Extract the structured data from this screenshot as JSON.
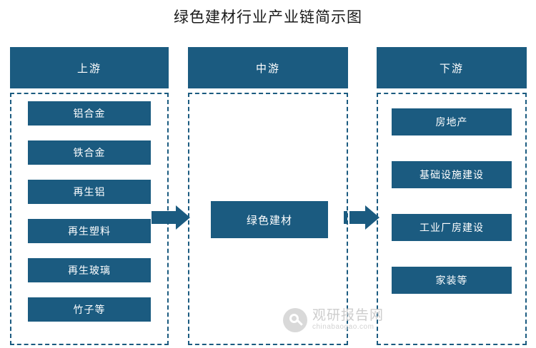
{
  "title": "绿色建材行业产业链简示图",
  "colors": {
    "primary": "#1b5b80",
    "text_on_primary": "#ffffff",
    "background": "#ffffff",
    "watermark": "#c9c9c9"
  },
  "columns": [
    {
      "id": "upstream",
      "header": "上游",
      "items": [
        "铝合金",
        "铁合金",
        "再生铝",
        "再生塑料",
        "再生玻璃",
        "竹子等"
      ]
    },
    {
      "id": "midstream",
      "header": "中游",
      "items": [
        "绿色建材"
      ]
    },
    {
      "id": "downstream",
      "header": "下游",
      "items": [
        "房地产",
        "基础设施建设",
        "工业厂房建设",
        "家装等"
      ]
    }
  ],
  "arrows": [
    {
      "id": "arrow-upstream-to-mid",
      "name": "arrow-right-icon"
    },
    {
      "id": "arrow-mid-to-down",
      "name": "arrow-right-icon"
    }
  ],
  "watermark": {
    "main": "观研报告网",
    "sub": "chinabaogao.com",
    "logo": "magnifier-icon"
  }
}
